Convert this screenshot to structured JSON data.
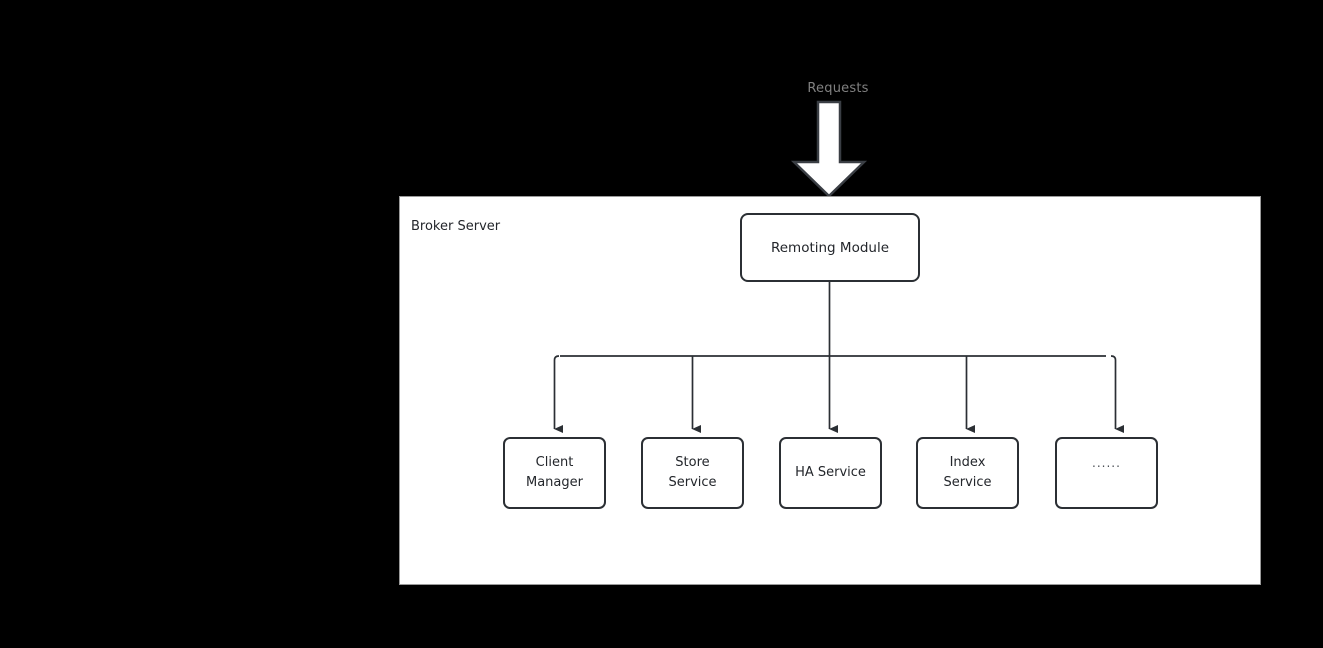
{
  "diagram": {
    "background_color": "#000000",
    "panel_color": "#ffffff",
    "line_color": "#2b2f34",
    "label_color": "#23262b",
    "muted_label_color": "#808080",
    "incoming": {
      "label": "Requests",
      "arrow_icon": "down-block-arrow-icon"
    },
    "panel": {
      "title": "Broker Server"
    },
    "root_node": {
      "label": "Remoting Module"
    },
    "child_nodes": [
      {
        "label": "Client\nManager",
        "name": "client-manager"
      },
      {
        "label": "Store\nService",
        "name": "store-service"
      },
      {
        "label": "HA Service",
        "name": "ha-service"
      },
      {
        "label": "Index\nService",
        "name": "index-service"
      },
      {
        "label": "......",
        "name": "more-services"
      }
    ]
  }
}
